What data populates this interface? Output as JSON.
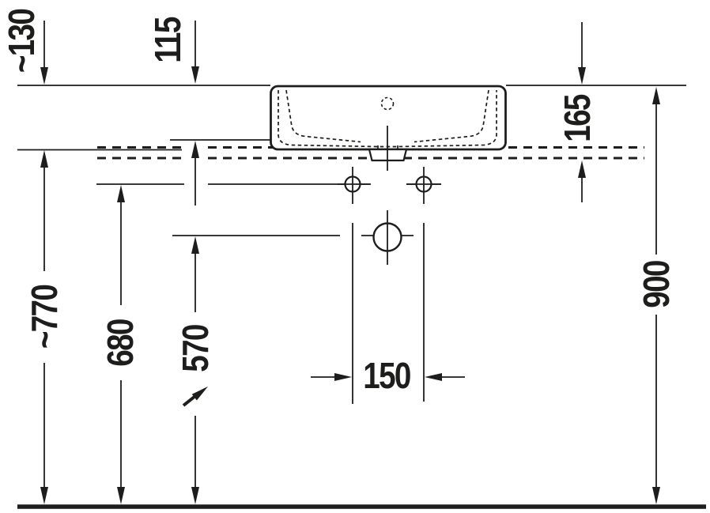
{
  "diagram": {
    "type": "technical-drawing",
    "subject": "washbasin front elevation with installation dimensions",
    "dimensions": {
      "faucet_height": "~130",
      "rim_above_counter": "115",
      "basin_height": "165",
      "rim_floor_height": "900",
      "counter_height": "~770",
      "fixing_holes_height": "680",
      "outlet_height": "570",
      "hole_spacing": "150"
    },
    "colors": {
      "line": "#1d1d1b",
      "background": "#ffffff"
    }
  }
}
